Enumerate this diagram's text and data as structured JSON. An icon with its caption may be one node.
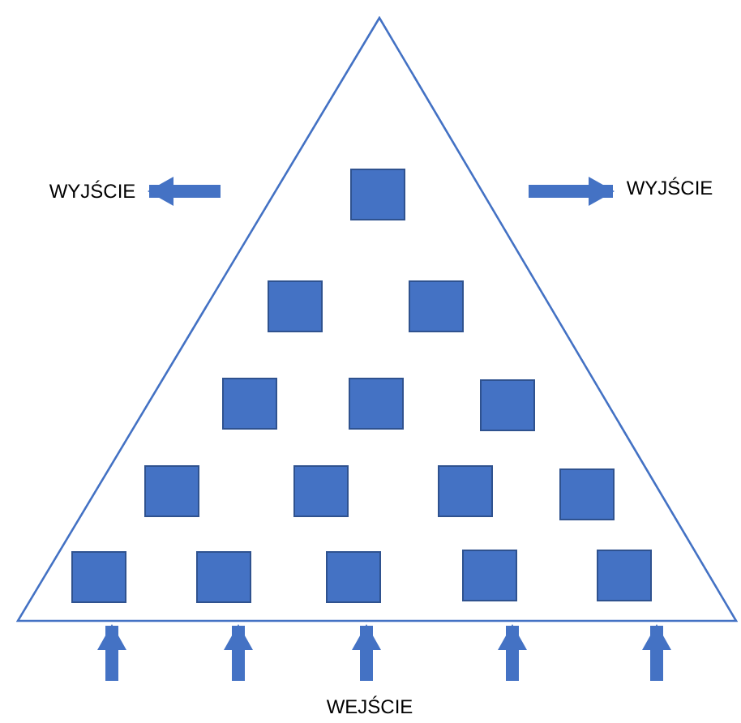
{
  "diagram": {
    "nodes": [
      {
        "text": [],
        "shape": "triangle"
      },
      {
        "text": [
          "WYJŚCIE"
        ]
      },
      {
        "text": [],
        "shape": "box",
        "in": 0
      },
      {
        "text": [
          "WYJŚCIE"
        ]
      },
      {
        "text": [],
        "shape": "box",
        "in": 0
      },
      {
        "text": [],
        "shape": "box",
        "in": 0
      },
      {
        "text": [],
        "shape": "box",
        "in": 0
      },
      {
        "text": [],
        "shape": "box",
        "in": 0
      },
      {
        "text": [],
        "shape": "box",
        "in": 0
      },
      {
        "text": [],
        "shape": "box",
        "in": 0
      },
      {
        "text": [],
        "shape": "box",
        "in": 0
      },
      {
        "text": [],
        "shape": "box",
        "in": 0
      },
      {
        "text": [],
        "shape": "box",
        "in": 0
      },
      {
        "text": [],
        "shape": "box",
        "in": 0
      },
      {
        "text": [],
        "shape": "box",
        "in": 0
      },
      {
        "text": [],
        "shape": "box",
        "in": 0
      },
      {
        "text": [],
        "shape": "box",
        "in": 0
      },
      {
        "text": [],
        "shape": "box",
        "in": 0
      }
    ],
    "edges": [
      {
        "from": null,
        "to": 1,
        "arrow": "to"
      },
      {
        "from": null,
        "to": 3,
        "arrow": "to"
      },
      {
        "from": null,
        "to": 0,
        "arrow": "to"
      },
      {
        "from": null,
        "to": 0,
        "arrow": "to"
      },
      {
        "from": null,
        "to": 0,
        "arrow": "to"
      },
      {
        "from": null,
        "to": 0,
        "arrow": "to"
      },
      {
        "from": null,
        "to": 0,
        "arrow": "to"
      }
    ],
    "labels": [
      "WEJŚCIE"
    ]
  }
}
